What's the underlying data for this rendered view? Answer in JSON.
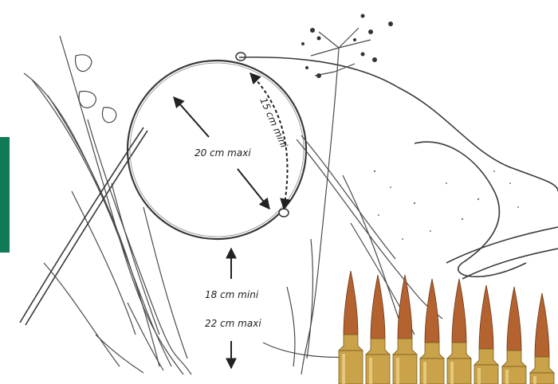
{
  "annotations": {
    "diameter_max": "20 cm maxi",
    "loop_min": "15 cm mini",
    "height_min": "18 cm mini",
    "height_max": "22 cm maxi"
  },
  "icons": {
    "snare": "snare-loop-icon",
    "ammo": "rifle-cartridge-icon"
  },
  "colors": {
    "ink": "#3a3a3a",
    "green_edge": "#0f7a55",
    "brass": "#c9a24a",
    "copper": "#b4622f"
  }
}
